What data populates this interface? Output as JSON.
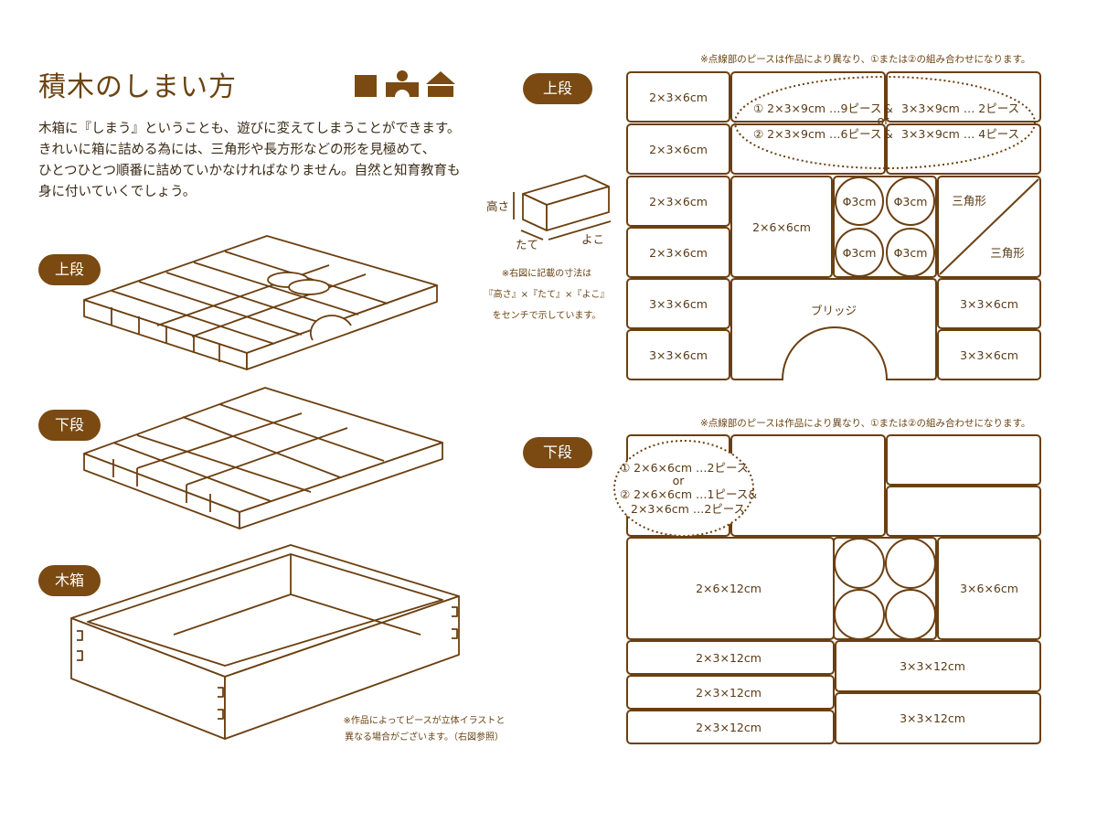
{
  "title": "積木のしまい方",
  "icons": [
    "square-block-icon",
    "bridge-block-icon",
    "house-block-icon"
  ],
  "intro": [
    "木箱に『しまう』ということも、遊びに変えてしまうことができます。",
    "きれいに箱に詰める為には、三角形や長方形などの形を見極めて、",
    "ひとつひとつ順番に詰めていかなければなりません。自然と知育教育も",
    "身に付いていくでしょう。"
  ],
  "labels": {
    "upper": "上段",
    "lower": "下段",
    "box": "木箱"
  },
  "dim_diagram": {
    "height": "高さ",
    "depth": "たて",
    "width": "よこ",
    "note": [
      "※右図に記載の寸法は",
      "『高さ』×『たて』×『よこ』",
      "をセンチで示しています。"
    ]
  },
  "iso_note": [
    "※作品によってピースが立体イラストと",
    "異なる場合がございます。（右図参照）"
  ],
  "upper": {
    "note": "※点線部のピースは作品により異なり、①または②の組み合わせになります。",
    "pieces": {
      "r1": "2×3×6cm",
      "r2": "2×3×6cm",
      "r3": "2×3×6cm",
      "r4": "2×3×6cm",
      "r5": "3×3×6cm",
      "r6": "3×3×6cm",
      "big": "2×6×6cm",
      "cyl": [
        "Φ3cm",
        "Φ3cm",
        "Φ3cm",
        "Φ3cm"
      ],
      "tri1": "三角形",
      "tri2": "三角形",
      "bridge": "ブリッジ",
      "rr1": "3×3×6cm",
      "rr2": "3×3×6cm"
    },
    "options": {
      "opt1_a": "① 2×3×9cm …9ピース",
      "amp1": "&",
      "opt1_b": "3×3×9cm … 2ピース",
      "or": "or",
      "opt2_a": "② 2×3×9cm …6ピース",
      "amp2": "&",
      "opt2_b": "3×3×9cm … 4ピース"
    }
  },
  "lower": {
    "note": "※点線部のピースは作品により異なり、①または②の組み合わせになります。",
    "options": {
      "opt1": "① 2×6×6cm …2ピース",
      "or": "or",
      "opt2_a": "② 2×6×6cm …1ピース&",
      "opt2_b": "2×3×6cm …2ピース"
    },
    "pieces": {
      "big": "2×6×12cm",
      "right": "3×6×6cm",
      "l1": "2×3×12cm",
      "l2": "2×3×12cm",
      "l3": "2×3×12cm",
      "rr1": "3×3×12cm",
      "rr2": "3×3×12cm"
    }
  }
}
